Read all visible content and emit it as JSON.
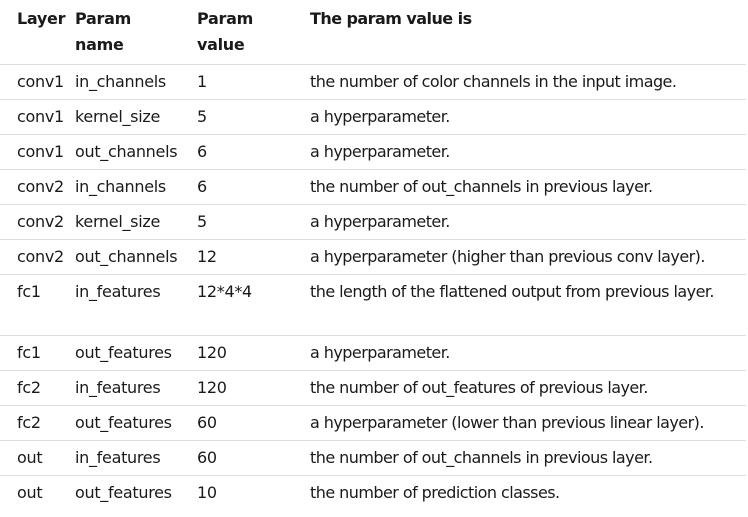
{
  "table": {
    "headers": [
      "Layer",
      "Param name",
      "Param value",
      "The param value is"
    ],
    "rows": [
      [
        "conv1",
        "in_channels",
        "1",
        "the number of color channels in the input image."
      ],
      [
        "conv1",
        "kernel_size",
        "5",
        "a hyperparameter."
      ],
      [
        "conv1",
        "out_channels",
        "6",
        "a hyperparameter."
      ],
      [
        "conv2",
        "in_channels",
        "6",
        "the number of out_channels in previous layer."
      ],
      [
        "conv2",
        "kernel_size",
        "5",
        "a hyperparameter."
      ],
      [
        "conv2",
        "out_channels",
        "12",
        "a hyperparameter (higher than previous conv layer)."
      ],
      [
        "fc1",
        "in_features",
        "12*4*4",
        "the length of the flattened output from previous layer."
      ],
      [
        "fc1",
        "out_features",
        "120",
        "a hyperparameter."
      ],
      [
        "fc2",
        "in_features",
        "120",
        "the number of out_features of previous layer."
      ],
      [
        "fc2",
        "out_features",
        "60",
        "a hyperparameter (lower than previous linear layer)."
      ],
      [
        "out",
        "in_features",
        "60",
        "the number of out_channels in previous layer."
      ],
      [
        "out",
        "out_features",
        "10",
        "the number of prediction classes."
      ]
    ]
  }
}
